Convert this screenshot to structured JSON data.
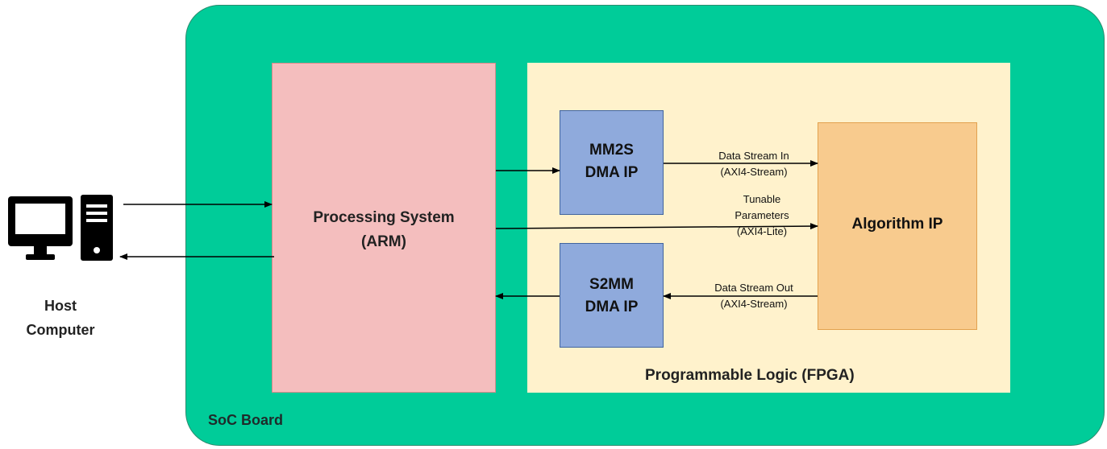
{
  "host": {
    "label_line1": "Host",
    "label_line2": "Computer",
    "icon": "desktop-computer-icon"
  },
  "soc_board": {
    "label": "SoC Board"
  },
  "processing_system": {
    "label_line1": "Processing System",
    "label_line2": "(ARM)"
  },
  "programmable_logic": {
    "label": "Programmable Logic (FPGA)"
  },
  "mm2s_dma": {
    "label_line1": "MM2S",
    "label_line2": "DMA IP"
  },
  "s2mm_dma": {
    "label_line1": "S2MM",
    "label_line2": "DMA IP"
  },
  "algorithm_ip": {
    "label": "Algorithm IP"
  },
  "links": {
    "stream_in": {
      "line1": "Data Stream In",
      "line2": "(AXI4-Stream)"
    },
    "tunable": {
      "line1": "Tunable",
      "line2": "Parameters",
      "line3": "(AXI4-Lite)"
    },
    "stream_out": {
      "line1": "Data Stream Out",
      "line2": "(AXI4-Stream)"
    }
  },
  "colors": {
    "soc_board": "#00CC99",
    "processing_system": "#F4BEBE",
    "programmable_logic": "#FFF2CC",
    "dma": "#8FAADC",
    "algorithm": "#F8CB8E"
  }
}
